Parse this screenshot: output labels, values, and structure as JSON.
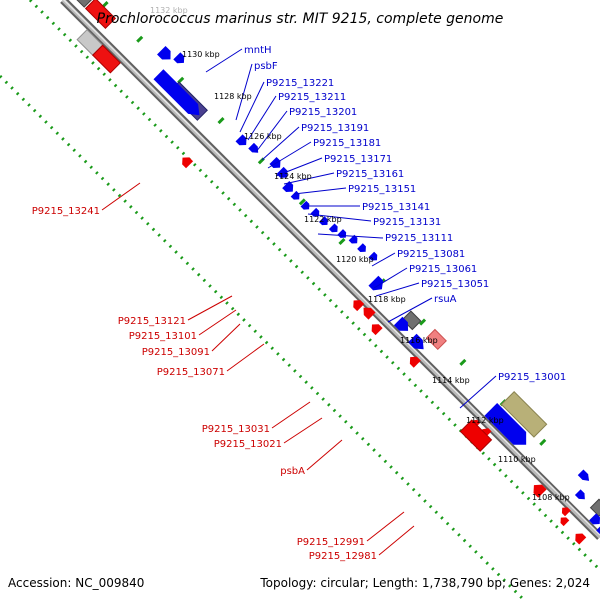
{
  "title": "Prochlorococcus marinus str. MIT 9215, complete genome",
  "footer": {
    "accession": "Accession: NC_009840",
    "summary": "Topology: circular; Length: 1,738,790 bp; Genes: 2,024"
  },
  "colors": {
    "forward_gene": "#0000ee",
    "reverse_gene": "#ee0000",
    "forward_label": "#0000cc",
    "reverse_label": "#cc0000",
    "backbone": "#808080",
    "tick": "#1a9a1a",
    "rna_gene": "#707070",
    "pseudo_gene": "#c0c0c0"
  },
  "scale_labels": [
    {
      "id": "k1132",
      "text": "1132 kbp"
    },
    {
      "id": "k1130",
      "text": "1130 kbp"
    },
    {
      "id": "k1128",
      "text": "1128 kbp"
    },
    {
      "id": "k1126",
      "text": "1126 kbp"
    },
    {
      "id": "k1124",
      "text": "1124 kbp"
    },
    {
      "id": "k1122",
      "text": "1122 kbp"
    },
    {
      "id": "k1120",
      "text": "1120 kbp"
    },
    {
      "id": "k1118",
      "text": "1118 kbp"
    },
    {
      "id": "k1116",
      "text": "1116 kbp"
    },
    {
      "id": "k1114",
      "text": "1114 kbp"
    },
    {
      "id": "k1112",
      "text": "1112 kbp"
    },
    {
      "id": "k1110",
      "text": "1110 kbp"
    },
    {
      "id": "k1108",
      "text": "1108 kbp"
    }
  ],
  "forward_genes": [
    "mntH",
    "psbF",
    "P9215_13221",
    "P9215_13211",
    "P9215_13201",
    "P9215_13191",
    "P9215_13181",
    "P9215_13171",
    "P9215_13161",
    "P9215_13151",
    "P9215_13141",
    "P9215_13131",
    "P9215_13111",
    "P9215_13081",
    "P9215_13061",
    "P9215_13051",
    "rsuA",
    "P9215_13001"
  ],
  "reverse_genes": [
    "P9215_13241",
    "P9215_13121",
    "P9215_13101",
    "P9215_13091",
    "P9215_13071",
    "P9215_13031",
    "P9215_13021",
    "psbA",
    "P9215_12991",
    "P9215_12981"
  ]
}
